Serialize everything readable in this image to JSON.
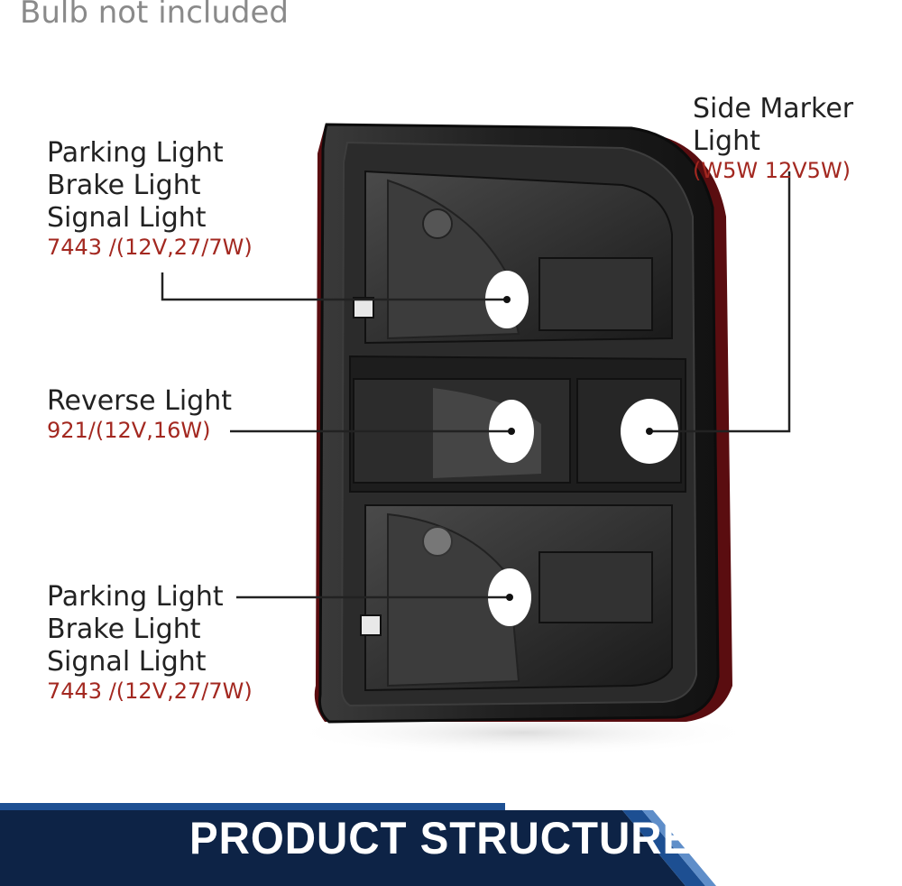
{
  "note": "Bulb not included",
  "callouts": {
    "top": {
      "lines": [
        "Parking Light",
        "Brake Light",
        "Signal Light"
      ],
      "spec": "7443 /(12V,27/7W)"
    },
    "reverse": {
      "lines": [
        "Reverse Light"
      ],
      "spec": "921/(12V,16W)"
    },
    "bottom": {
      "lines": [
        "Parking Light",
        "Brake Light",
        "Signal Light"
      ],
      "spec": "7443 /(12V,27/7W)"
    },
    "side_marker": {
      "lines": [
        "Side Marker",
        "Light"
      ],
      "spec": "(W5W 12V5W)"
    }
  },
  "banner": {
    "title": "PRODUCT STRUCTURE"
  },
  "colors": {
    "spec_text": "#a32820",
    "banner_dark": "#0d2346",
    "banner_mid": "#1d4f92",
    "lamp_housing": "#262626"
  }
}
